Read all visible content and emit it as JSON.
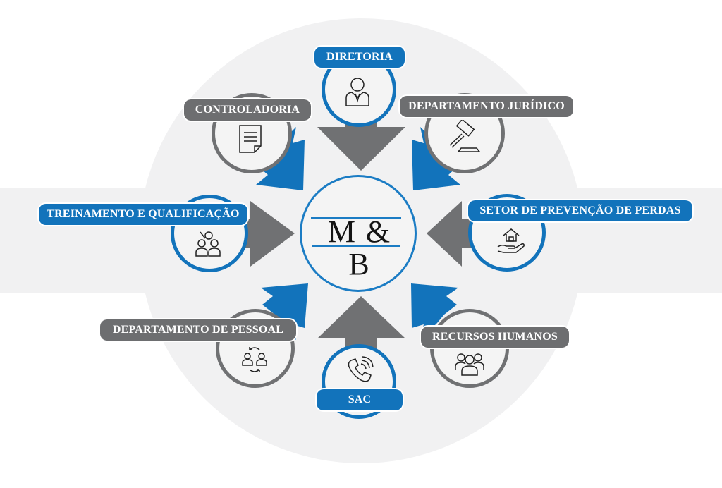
{
  "diagram": {
    "title": "M & B",
    "type": "hub-and-spoke",
    "colors": {
      "blue": "#1273bb",
      "gray": "#6d6e70",
      "background": "#f1f1f2",
      "page": "#ffffff"
    },
    "center": {
      "label": "M & B"
    },
    "departments": [
      {
        "id": "diretoria",
        "label": "DIRETORIA",
        "color": "blue",
        "icon": "executive-person-icon",
        "arrow_color": "gray",
        "position": "top"
      },
      {
        "id": "departamento-juridico",
        "label": "DEPARTAMENTO JURÍDICO",
        "color": "gray",
        "icon": "gavel-icon",
        "arrow_color": "blue",
        "position": "top-right"
      },
      {
        "id": "setor-prevencao-perdas",
        "label": "SETOR DE PREVENÇÃO DE PERDAS",
        "color": "blue",
        "icon": "house-in-hand-icon",
        "arrow_color": "gray",
        "position": "right"
      },
      {
        "id": "recursos-humanos",
        "label": "RECURSOS HUMANOS",
        "color": "gray",
        "icon": "group-people-icon",
        "arrow_color": "blue",
        "position": "bottom-right"
      },
      {
        "id": "sac",
        "label": "SAC",
        "color": "blue",
        "icon": "phone-ringing-icon",
        "arrow_color": "gray",
        "position": "bottom"
      },
      {
        "id": "departamento-pessoal",
        "label": "DEPARTAMENTO DE PESSOAL",
        "color": "gray",
        "icon": "people-exchange-icon",
        "arrow_color": "blue",
        "position": "bottom-left"
      },
      {
        "id": "treinamento-qualificacao",
        "label": "TREINAMENTO E QUALIFICAÇÃO",
        "color": "blue",
        "icon": "teaching-group-icon",
        "arrow_color": "gray",
        "position": "left"
      },
      {
        "id": "controladoria",
        "label": "CONTROLADORIA",
        "color": "gray",
        "icon": "document-icon",
        "arrow_color": "blue",
        "position": "top-left"
      }
    ]
  }
}
